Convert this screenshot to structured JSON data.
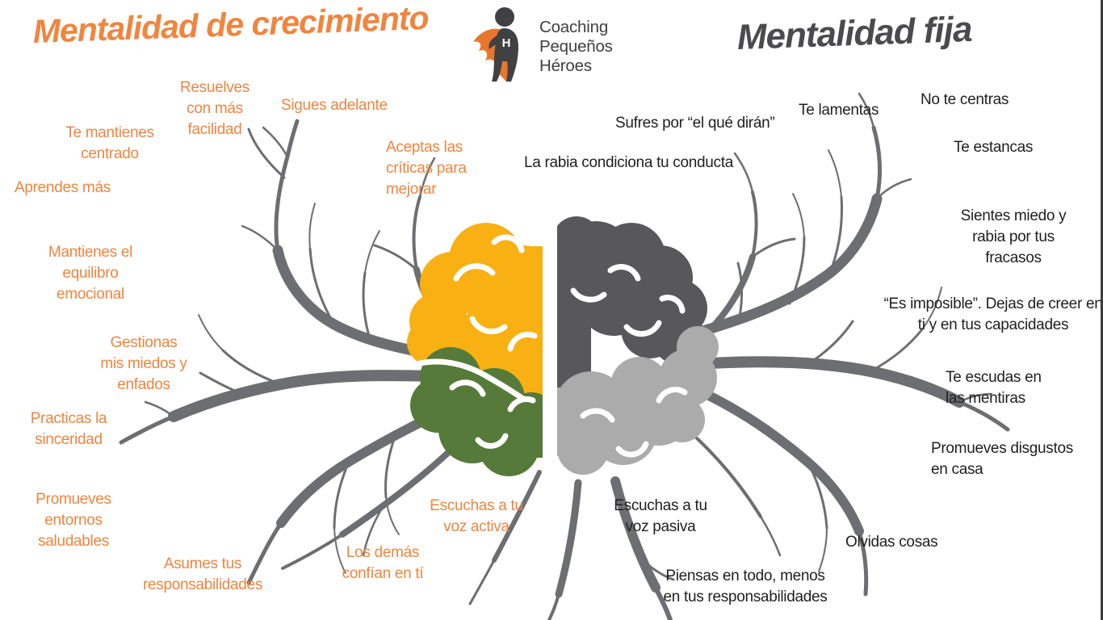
{
  "header": {
    "left_title": "Mentalidad de crecimiento",
    "right_title": "Mentalidad fija"
  },
  "logo": {
    "name": "Coaching Pequeños Héroes",
    "lines": [
      "Coaching",
      "Pequeños",
      "Héroes"
    ],
    "chest_letter": "H",
    "cape_color": "#E8772E",
    "body_color": "#414042"
  },
  "growth": {
    "color": "#EE8540",
    "items": [
      {
        "text": "Resuelves con más facilidad"
      },
      {
        "text": "Sigues adelante"
      },
      {
        "text": "Te mantienes centrado"
      },
      {
        "text": "Aprendes más"
      },
      {
        "text": "Aceptas las críticas para mejorar"
      },
      {
        "text": "Mantienes el equilibro emocional"
      },
      {
        "text": "Gestionas mis miedos y enfados"
      },
      {
        "text": "Practicas la sinceridad"
      },
      {
        "text": "Promueves entornos saludables"
      },
      {
        "text": "Asumes tus responsabilidades"
      },
      {
        "text": "Los demás confían en tí"
      },
      {
        "text": "Escuchas a tu voz activa"
      }
    ]
  },
  "fixed": {
    "color": "#1F1F1F",
    "items": [
      {
        "text": "Sufres por “el qué dirán”"
      },
      {
        "text": "La rabia condiciona tu conducta"
      },
      {
        "text": "Te lamentas"
      },
      {
        "text": "No te centras"
      },
      {
        "text": "Te estancas"
      },
      {
        "text": "Sientes miedo y rabia por tus fracasos"
      },
      {
        "text": "“Es imposible”. Dejas de creer en ti y en tus capacidades"
      },
      {
        "text": "Te escudas en las mentiras"
      },
      {
        "text": "Promueves disgustos en casa"
      },
      {
        "text": "Escuchas a tu voz pasiva"
      },
      {
        "text": "Olvidas cosas"
      },
      {
        "text": "Piensas en todo, menos en tus responsabilidades"
      }
    ]
  },
  "brain": {
    "left_top_color": "#F8B012",
    "left_bottom_color": "#567A3A",
    "right_top_color": "#58585A",
    "right_bottom_color": "#ABABAB",
    "branch_color": "#6D6E71"
  }
}
